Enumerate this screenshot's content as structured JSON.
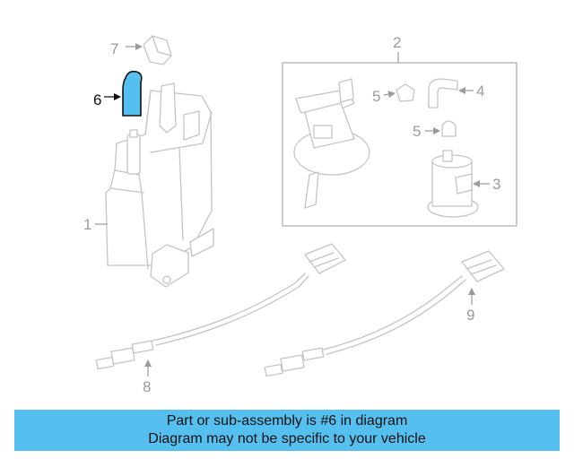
{
  "diagram": {
    "highlight_color": "#55c0f0",
    "callouts": [
      {
        "id": "1",
        "label": "1"
      },
      {
        "id": "2",
        "label": "2"
      },
      {
        "id": "3",
        "label": "3"
      },
      {
        "id": "4",
        "label": "4"
      },
      {
        "id": "5a",
        "label": "5"
      },
      {
        "id": "5b",
        "label": "5"
      },
      {
        "id": "6",
        "label": "6"
      },
      {
        "id": "7",
        "label": "7"
      },
      {
        "id": "8",
        "label": "8"
      },
      {
        "id": "9",
        "label": "9"
      }
    ]
  },
  "banner": {
    "line1": "Part or sub-assembly is #6 in diagram",
    "line2": "Diagram may not be specific to your vehicle",
    "background": "#55c0f0"
  }
}
